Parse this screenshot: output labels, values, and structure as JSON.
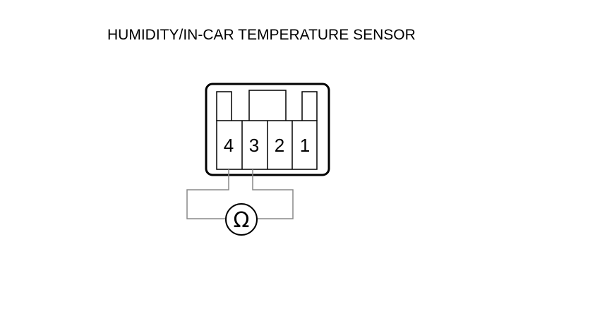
{
  "title": "HUMIDITY/IN-CAR TEMPERATURE SENSOR",
  "connector": {
    "pins": [
      "4",
      "3",
      "2",
      "1"
    ]
  },
  "meter": {
    "symbol": "Ω",
    "icon": "ohmmeter-icon"
  },
  "colors": {
    "line": "#000000",
    "lead": "#888888",
    "background": "#ffffff"
  }
}
